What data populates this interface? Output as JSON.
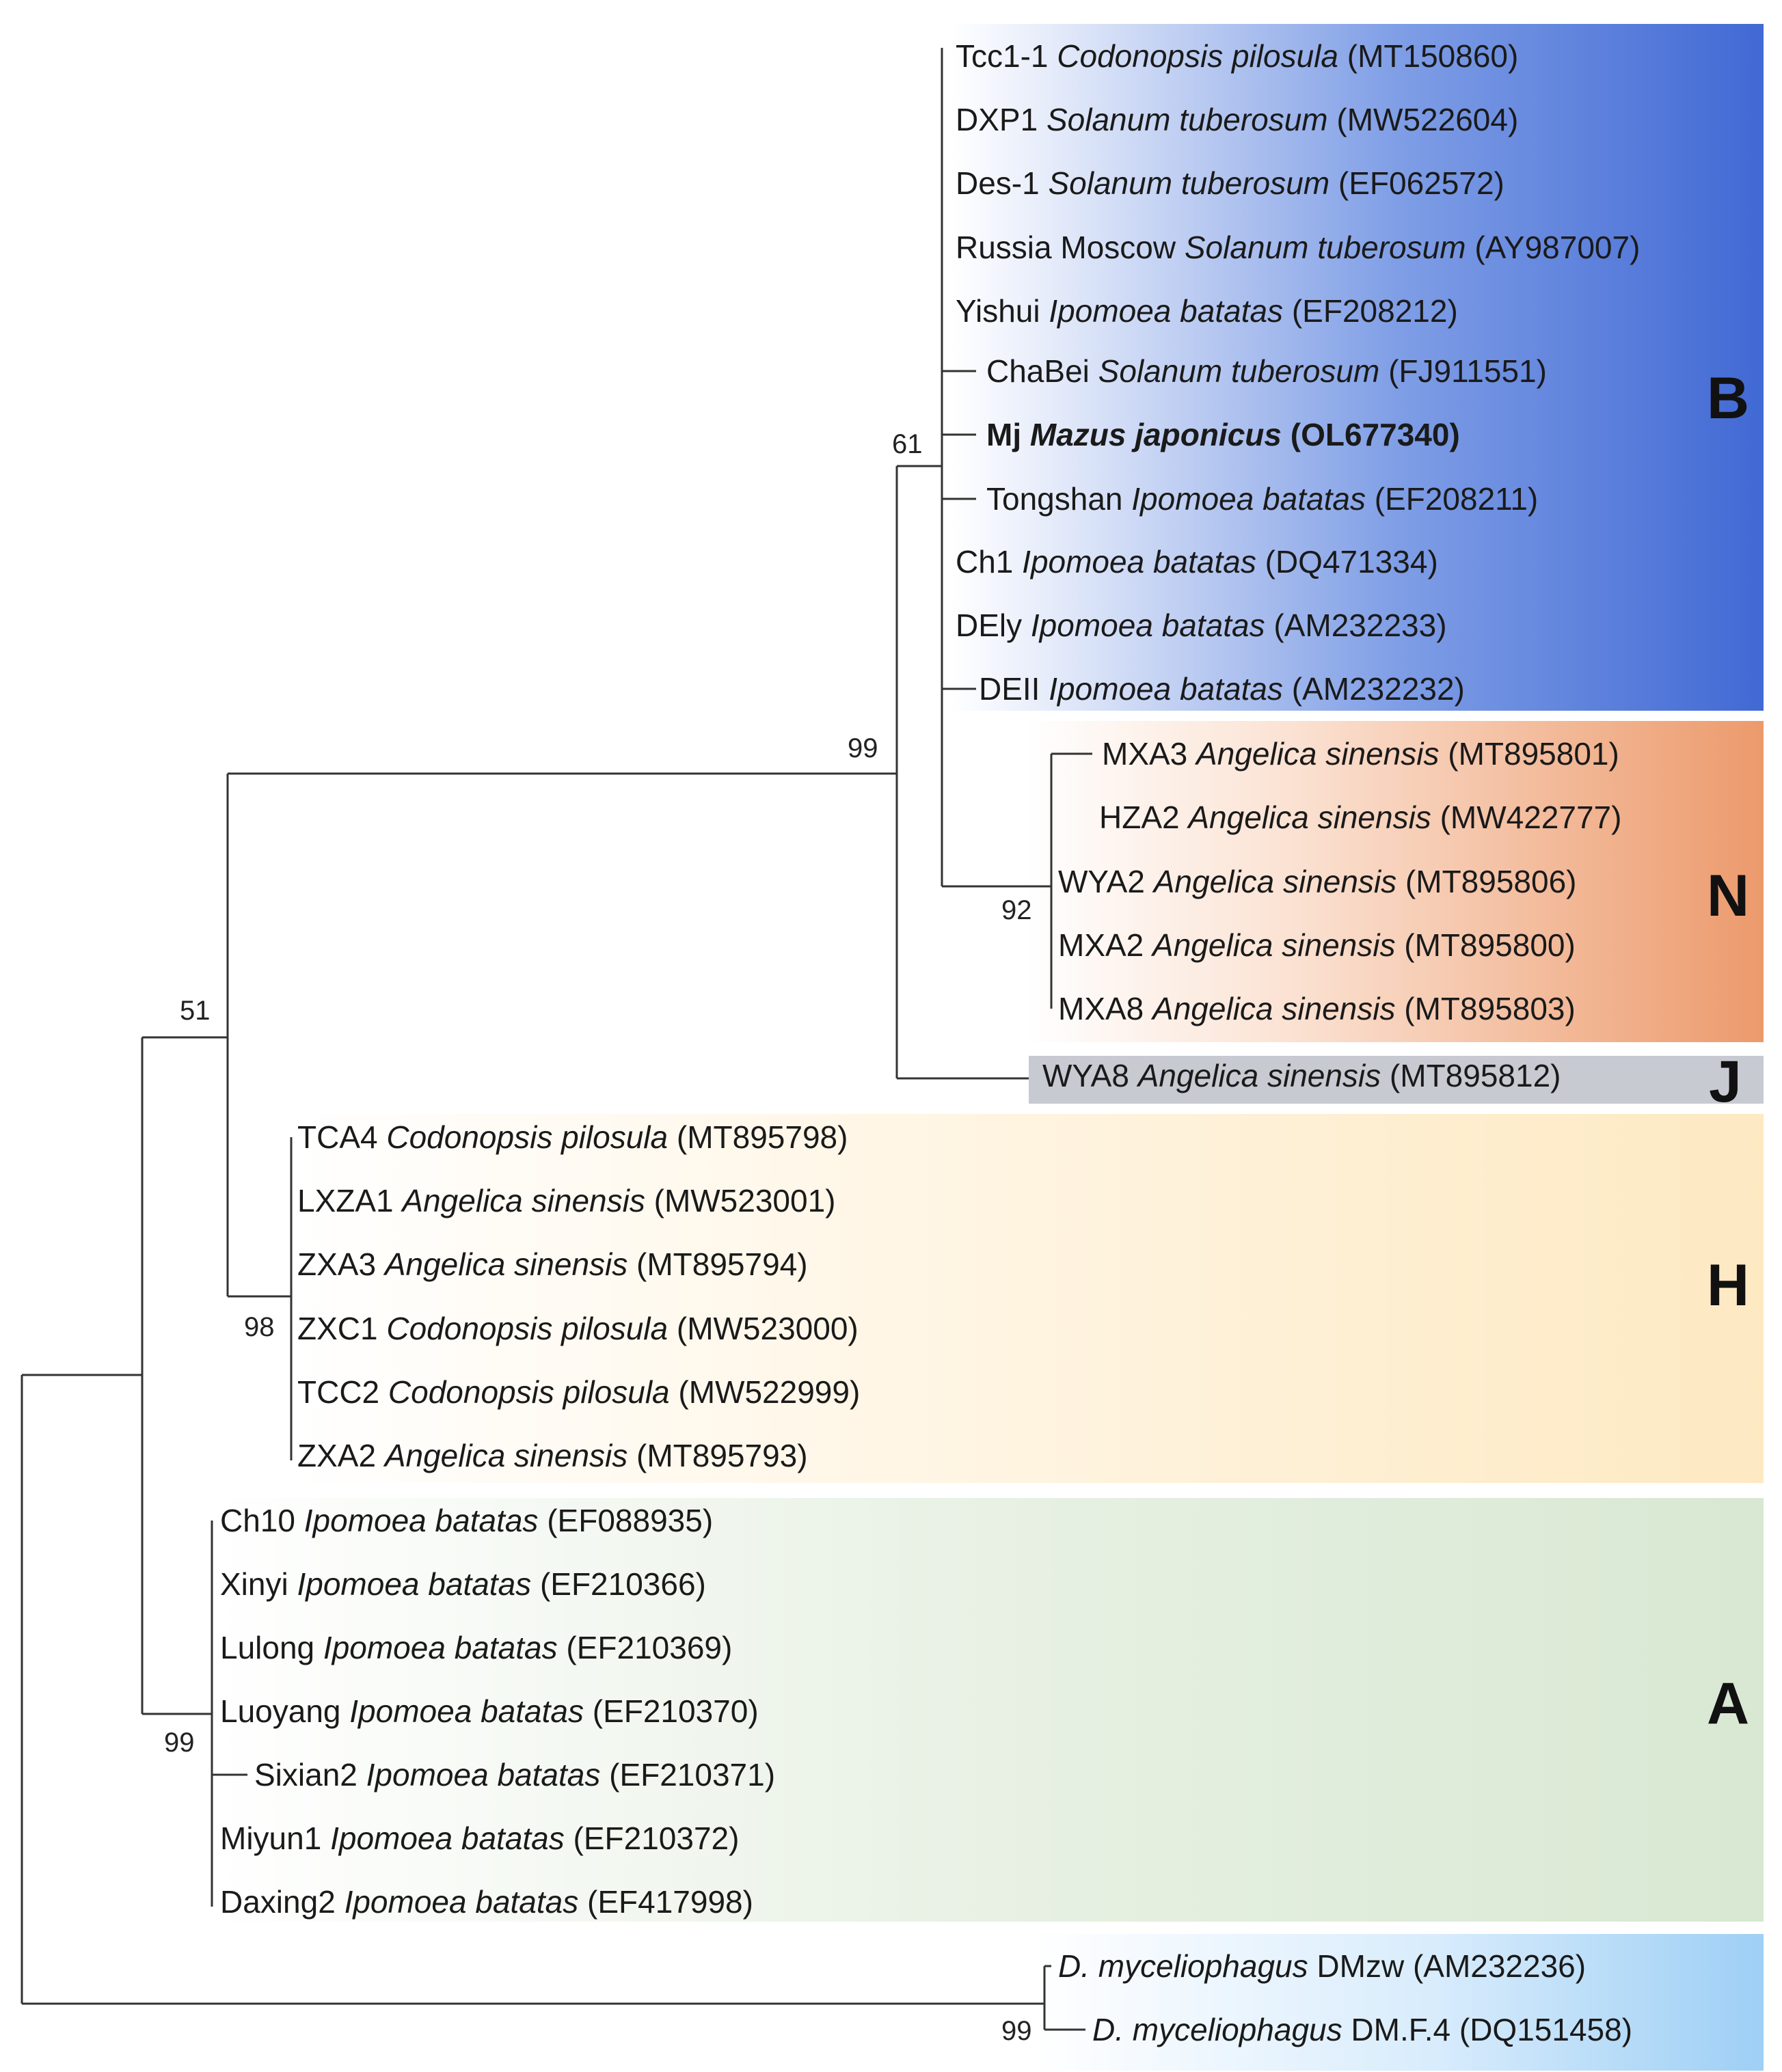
{
  "figure": {
    "colors": {
      "B": "#4169d4",
      "N": "#ec9a6c",
      "J": "#c8cad2",
      "H": "#fde9c2",
      "A": "#d8e8d2",
      "outgroup": "#9ecff5",
      "branch": "#333333"
    }
  },
  "clade_labels": {
    "B": "B",
    "N": "N",
    "J": "J",
    "H": "H",
    "A": "A"
  },
  "bootstrap": {
    "n99_top": "99",
    "n61": "61",
    "n92": "92",
    "n51": "51",
    "n98": "98",
    "n99_A": "99",
    "n99_out": "99"
  },
  "taxa": [
    {
      "strain": "Tcc1-1",
      "species": "Codonopsis pilosula",
      "accession": "(MT150860)",
      "bold": false
    },
    {
      "strain": "DXP1",
      "species": "Solanum tuberosum",
      "accession": "(MW522604)",
      "bold": false
    },
    {
      "strain": "Des-1",
      "species": "Solanum tuberosum",
      "accession": "(EF062572)",
      "bold": false
    },
    {
      "strain": "Russia Moscow",
      "species": "Solanum tuberosum",
      "accession": "(AY987007)",
      "bold": false
    },
    {
      "strain": "Yishui",
      "species": "Ipomoea batatas",
      "accession": "(EF208212)",
      "bold": false
    },
    {
      "strain": "ChaBei",
      "species": "Solanum tuberosum",
      "accession": "(FJ911551)",
      "bold": false
    },
    {
      "strain": "Mj",
      "species": "Mazus japonicus",
      "accession": "(OL677340)",
      "bold": true
    },
    {
      "strain": "Tongshan",
      "species": "Ipomoea batatas",
      "accession": "(EF208211)",
      "bold": false
    },
    {
      "strain": "Ch1",
      "species": "Ipomoea batatas",
      "accession": "(DQ471334)",
      "bold": false
    },
    {
      "strain": "DEly",
      "species": "Ipomoea batatas",
      "accession": "(AM232233)",
      "bold": false
    },
    {
      "strain": "DEII",
      "species": "Ipomoea batatas",
      "accession": "(AM232232)",
      "bold": false
    },
    {
      "strain": "MXA3",
      "species": "Angelica sinensis",
      "accession": "(MT895801)",
      "bold": false
    },
    {
      "strain": "HZA2",
      "species": "Angelica sinensis",
      "accession": "(MW422777)",
      "bold": false
    },
    {
      "strain": "WYA2",
      "species": "Angelica sinensis",
      "accession": "(MT895806)",
      "bold": false
    },
    {
      "strain": "MXA2",
      "species": "Angelica sinensis",
      "accession": "(MT895800)",
      "bold": false
    },
    {
      "strain": "MXA8",
      "species": "Angelica sinensis",
      "accession": "(MT895803)",
      "bold": false
    },
    {
      "strain": "WYA8",
      "species": "Angelica sinensis",
      "accession": "(MT895812)",
      "bold": false
    },
    {
      "strain": "TCA4",
      "species": "Codonopsis pilosula",
      "accession": "(MT895798)",
      "bold": false
    },
    {
      "strain": "LXZA1",
      "species": "Angelica sinensis",
      "accession": "(MW523001)",
      "bold": false
    },
    {
      "strain": "ZXA3",
      "species": "Angelica sinensis",
      "accession": "(MT895794)",
      "bold": false
    },
    {
      "strain": "ZXC1",
      "species": "Codonopsis pilosula",
      "accession": "(MW523000)",
      "bold": false
    },
    {
      "strain": "TCC2",
      "species": "Codonopsis pilosula",
      "accession": "(MW522999)",
      "bold": false
    },
    {
      "strain": "ZXA2",
      "species": "Angelica sinensis",
      "accession": "(MT895793)",
      "bold": false
    },
    {
      "strain": "Ch10",
      "species": "Ipomoea batatas",
      "accession": "(EF088935)",
      "bold": false
    },
    {
      "strain": "Xinyi",
      "species": "Ipomoea batatas",
      "accession": "(EF210366)",
      "bold": false
    },
    {
      "strain": "Lulong",
      "species": "Ipomoea batatas",
      "accession": "(EF210369)",
      "bold": false
    },
    {
      "strain": "Luoyang",
      "species": "Ipomoea batatas",
      "accession": "(EF210370)",
      "bold": false
    },
    {
      "strain": "Sixian2",
      "species": "Ipomoea batatas",
      "accession": "(EF210371)",
      "bold": false
    },
    {
      "strain": "Miyun1",
      "species": "Ipomoea batatas",
      "accession": "(EF210372)",
      "bold": false
    },
    {
      "strain": "Daxing2",
      "species": "Ipomoea batatas",
      "accession": "(EF417998)",
      "bold": false
    },
    {
      "species": "D. myceliophagus",
      "strain": "DMzw",
      "accession": "(AM232236)",
      "species_first": true,
      "bold": false
    },
    {
      "species": "D. myceliophagus",
      "strain": "DM.F.4",
      "accession": "(DQ151458)",
      "species_first": true,
      "bold": false
    }
  ]
}
